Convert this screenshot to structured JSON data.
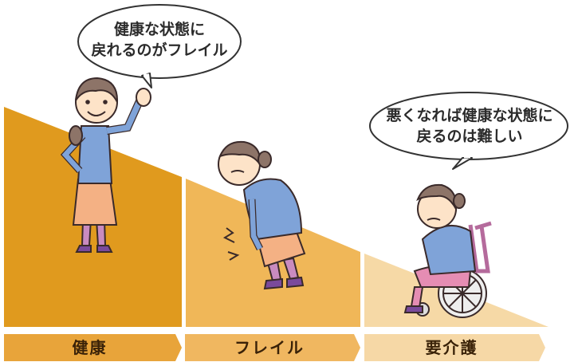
{
  "bubbles": {
    "healthy_line1": "健康な状態に",
    "healthy_line2": "戻れるのがフレイル",
    "care_line1": "悪くなれば健康な状態に",
    "care_line2": "戻るのは難しい"
  },
  "stages": [
    {
      "label": "健康"
    },
    {
      "label": "フレイル"
    },
    {
      "label": "要介護"
    }
  ],
  "colors": {
    "healthy": "#e09a1e",
    "frail": "#f0b758",
    "care": "#f6d9a6",
    "label_healthy": "#e8a43a",
    "label_frail": "#f0b760",
    "label_care": "#f6d8a6"
  }
}
